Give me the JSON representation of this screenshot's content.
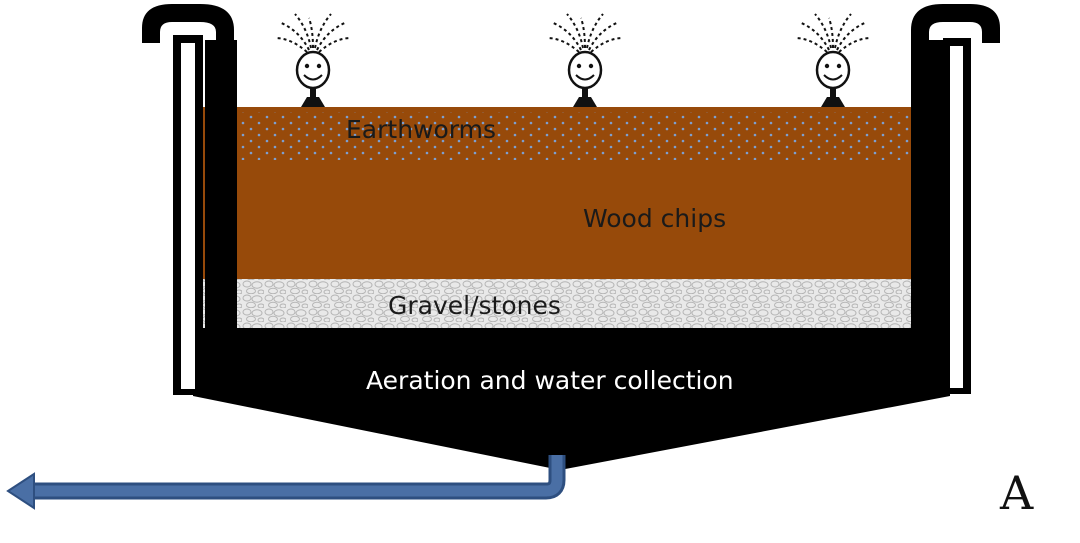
{
  "labels": {
    "earthworms": "Earthworms",
    "wood_chips": "Wood chips",
    "gravel": "Gravel/stones",
    "aeration": "Aeration and water collection",
    "panel": "A"
  },
  "colors": {
    "wood_chips": "#974a0a",
    "worm_dots": "#7d9fd0",
    "gravel_bg": "#e9e9e9",
    "gravel_stone": "#bdbdbd",
    "tank": "#000000",
    "outlet_pipe": "#4a6fa5",
    "outlet_pipe_edge": "#2e4f80"
  },
  "sprinklers": {
    "count": 3
  }
}
